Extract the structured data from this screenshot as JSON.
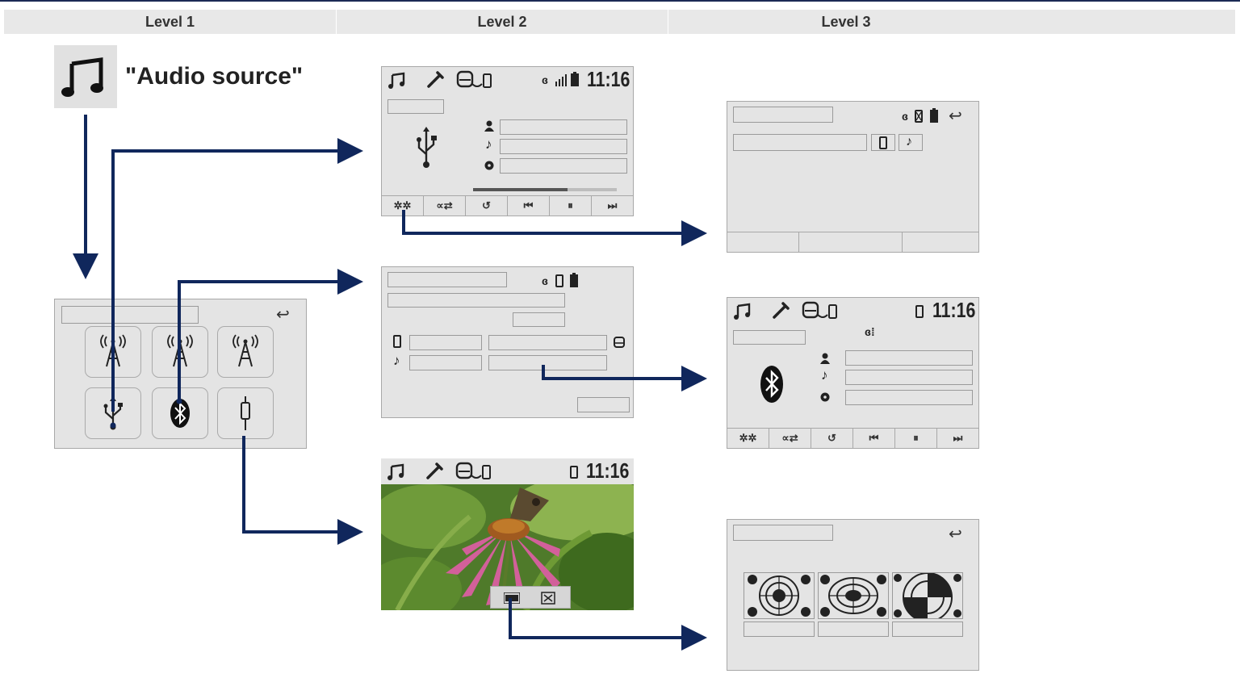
{
  "header": {
    "level1": "Level 1",
    "level2": "Level 2",
    "level3": "Level 3"
  },
  "audio_source": {
    "label": "\"Audio source\"",
    "icon": "music-note-icon"
  },
  "status": {
    "clock": "11:16"
  },
  "colors": {
    "arrow": "#10275c",
    "panel": "#e4e4e4",
    "header": "#e8e8e8"
  },
  "source_menu": {
    "tiles": [
      "radio-antenna-icon",
      "radio-antenna-icon",
      "radio-antenna-icon",
      "usb-icon",
      "bluetooth-icon",
      "aux-jack-icon"
    ]
  },
  "media_controls": [
    "settings-icon",
    "shuffle-icon",
    "repeat-icon",
    "previous-icon",
    "pause-icon",
    "next-icon"
  ]
}
